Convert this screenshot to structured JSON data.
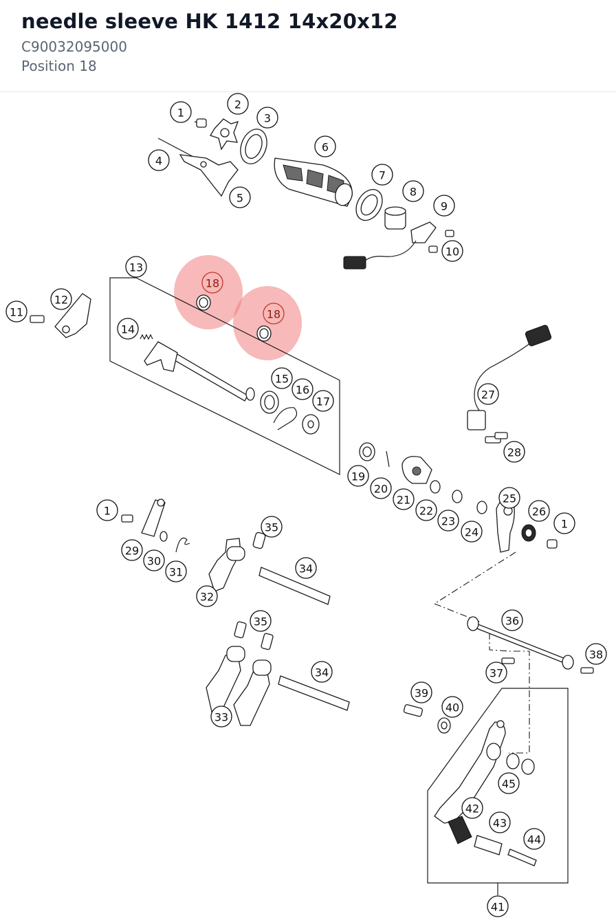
{
  "header": {
    "title": "needle sleeve HK 1412 14x20x12",
    "part_number": "C90032095000",
    "position": "Position 18"
  },
  "highlight_color": "#f08080",
  "callouts": [
    {
      "label": "1"
    },
    {
      "label": "2"
    },
    {
      "label": "3"
    },
    {
      "label": "4"
    },
    {
      "label": "5"
    },
    {
      "label": "6"
    },
    {
      "label": "7"
    },
    {
      "label": "8"
    },
    {
      "label": "9"
    },
    {
      "label": "10"
    },
    {
      "label": "11"
    },
    {
      "label": "12"
    },
    {
      "label": "13"
    },
    {
      "label": "14"
    },
    {
      "label": "18",
      "highlighted": true
    },
    {
      "label": "18",
      "highlighted": true
    },
    {
      "label": "15"
    },
    {
      "label": "16"
    },
    {
      "label": "17"
    },
    {
      "label": "27"
    },
    {
      "label": "28"
    },
    {
      "label": "19"
    },
    {
      "label": "20"
    },
    {
      "label": "21"
    },
    {
      "label": "22"
    },
    {
      "label": "23"
    },
    {
      "label": "24"
    },
    {
      "label": "25"
    },
    {
      "label": "26"
    },
    {
      "label": "1"
    },
    {
      "label": "1"
    },
    {
      "label": "29"
    },
    {
      "label": "30"
    },
    {
      "label": "31"
    },
    {
      "label": "35"
    },
    {
      "label": "34"
    },
    {
      "label": "32"
    },
    {
      "label": "35"
    },
    {
      "label": "34"
    },
    {
      "label": "33"
    },
    {
      "label": "36"
    },
    {
      "label": "37"
    },
    {
      "label": "38"
    },
    {
      "label": "39"
    },
    {
      "label": "40"
    },
    {
      "label": "45"
    },
    {
      "label": "42"
    },
    {
      "label": "43"
    },
    {
      "label": "44"
    },
    {
      "label": "41"
    }
  ]
}
